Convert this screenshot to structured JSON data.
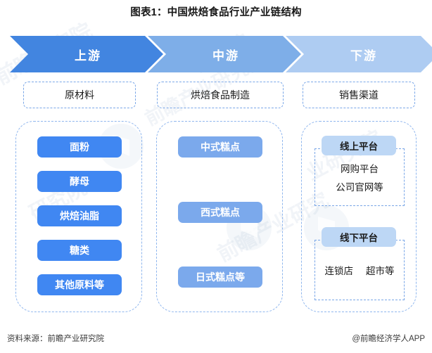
{
  "title": "图表1：中国烘焙食品行业产业链结构",
  "colors": {
    "upstream_chevron": "#4285E0",
    "midstream_chevron": "#7EAEE8",
    "downstream_chevron": "#AECCF2",
    "upstream_pill": "#4087F2",
    "midstream_pill": "#7BA9EC",
    "downstream_pill": "#BDD7F5",
    "dashed_border": "#8FB6EE",
    "text_dark": "#1b1b1b",
    "text_light": "#ffffff"
  },
  "chevrons": [
    {
      "label": "上游"
    },
    {
      "label": "中游"
    },
    {
      "label": "下游"
    }
  ],
  "stage_labels": [
    {
      "label": "原材料"
    },
    {
      "label": "烘焙食品制造"
    },
    {
      "label": "销售渠道"
    }
  ],
  "upstream": {
    "items": [
      {
        "label": "面粉"
      },
      {
        "label": "酵母"
      },
      {
        "label": "烘焙油脂"
      },
      {
        "label": "糖类"
      },
      {
        "label": "其他原料等"
      }
    ]
  },
  "midstream": {
    "items": [
      {
        "label": "中式糕点"
      },
      {
        "label": "西式糕点"
      },
      {
        "label": "日式糕点等"
      }
    ]
  },
  "downstream": {
    "groups": [
      {
        "title": "线上平台",
        "lines": [
          "网购平台",
          "公司官网等"
        ],
        "row2": []
      },
      {
        "title": "线下平台",
        "lines": [],
        "row2": [
          "连锁店",
          "超市等"
        ]
      }
    ]
  },
  "footer": {
    "source": "资料来源：前瞻产业研究院",
    "brand": "@前瞻经济学人APP"
  },
  "watermarks": {
    "w1": "前瞻研究院",
    "w2": "前瞻产业研究院",
    "w3": "研究院",
    "w4": "前瞻产业研究",
    "w5": "业研究院",
    "w6": "研究院"
  }
}
